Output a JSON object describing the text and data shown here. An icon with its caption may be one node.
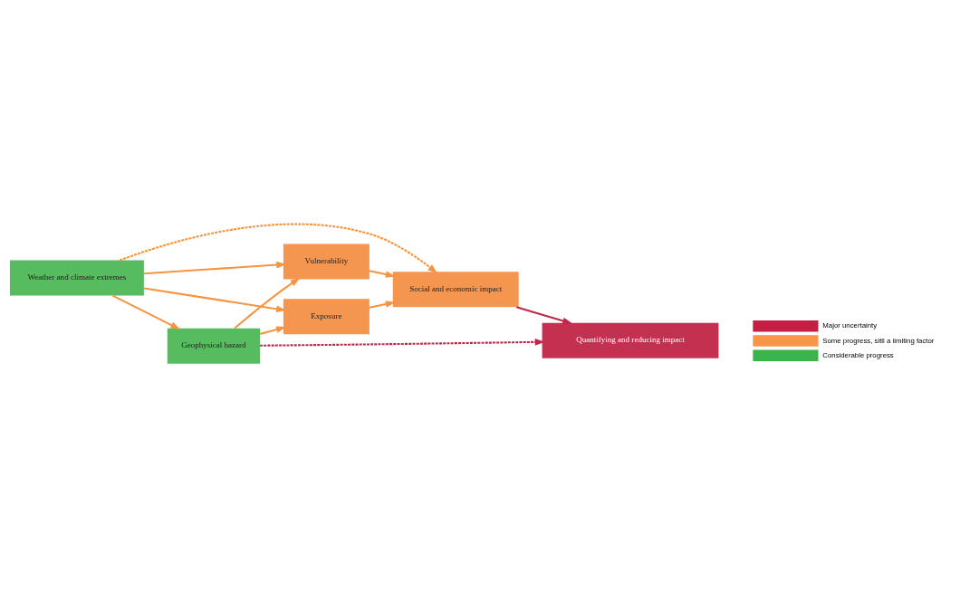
{
  "diagram": {
    "nodes": [
      {
        "text": [
          "Weather and climate extremes"
        ]
      },
      {
        "text": [
          "Geophysical hazard"
        ]
      },
      {
        "text": [
          "Exposure"
        ]
      },
      {
        "text": [
          "Vulnerability"
        ]
      },
      {
        "text": [
          "Social and economic impact"
        ]
      },
      {
        "text": [
          "Quantifying and reducing impact"
        ]
      }
    ],
    "edges": [
      {
        "from": 0,
        "to": 1,
        "arrow": "to"
      },
      {
        "from": 0,
        "to": 4,
        "arrow": "to",
        "style": "dashed"
      },
      {
        "from": 0,
        "to": 2,
        "arrow": "to"
      },
      {
        "from": 0,
        "to": 3,
        "arrow": "to"
      },
      {
        "from": 1,
        "to": 2,
        "arrow": "to"
      },
      {
        "from": 1,
        "to": 3,
        "arrow": "to"
      },
      {
        "from": 2,
        "to": 4,
        "arrow": "to"
      },
      {
        "from": 3,
        "to": 4,
        "arrow": "to"
      },
      {
        "from": 1,
        "to": 5,
        "arrow": "to",
        "style": "dashed",
        "color": "#c0284a"
      },
      {
        "from": 4,
        "to": 5,
        "arrow": "to",
        "color": "#c0284a"
      }
    ],
    "legend": [
      {
        "text": "Major uncertainty",
        "color": "#c41e45"
      },
      {
        "text": "Some progress, sitll a iimiting factor",
        "color": "#f7964a"
      },
      {
        "text": "Considerable progress",
        "color": "#3cb44b"
      }
    ]
  }
}
